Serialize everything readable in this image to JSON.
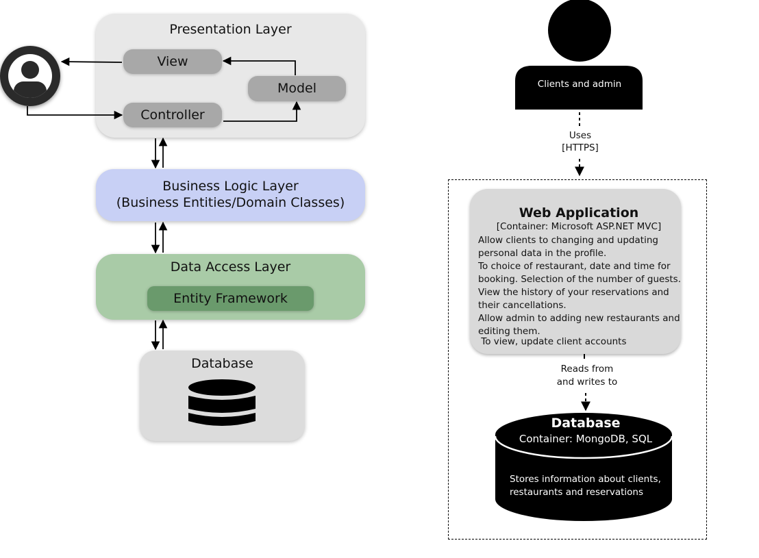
{
  "left": {
    "presentation": {
      "title": "Presentation Layer",
      "view": "View",
      "model": "Model",
      "controller": "Controller"
    },
    "business": {
      "line1": "Business Logic Layer",
      "line2": "(Business Entities/Domain Classes)"
    },
    "data_access": {
      "title": "Data Access Layer",
      "entity": "Entity Framework"
    },
    "database": {
      "title": "Database"
    }
  },
  "right": {
    "person": {
      "label": "Clients and admin"
    },
    "uses": {
      "line1": "Uses",
      "line2": "[HTTPS]"
    },
    "webapp": {
      "title": "Web Application",
      "container": "[Container: Microsoft ASP.NET MVC]",
      "lines": [
        "Allow clients to changing and updating",
        "personal data in the profile.",
        "To choice of restaurant, date and time for",
        "booking. Selection of the number of guests.",
        "View the history of your reservations and",
        "their cancellations.",
        "Allow admin to adding new restaurants and",
        "editing them."
      ],
      "last_line": " To view, update client accounts"
    },
    "rw": {
      "line1": "Reads from",
      "line2": "and writes to"
    },
    "db": {
      "title": "Database",
      "container": "Container: MongoDB, SQL",
      "desc1": "Stores information about clients,",
      "desc2": "restaurants and reservations"
    }
  },
  "colors": {
    "presentation": "#e8e8e8",
    "business": "#c8d0f5",
    "data_access": "#a9cba7",
    "entity": "#6a9a6c",
    "database_box": "#dcdcdc",
    "pill": "#a8a8a8",
    "webapp": "#d9d9d9",
    "black": "#000000"
  }
}
